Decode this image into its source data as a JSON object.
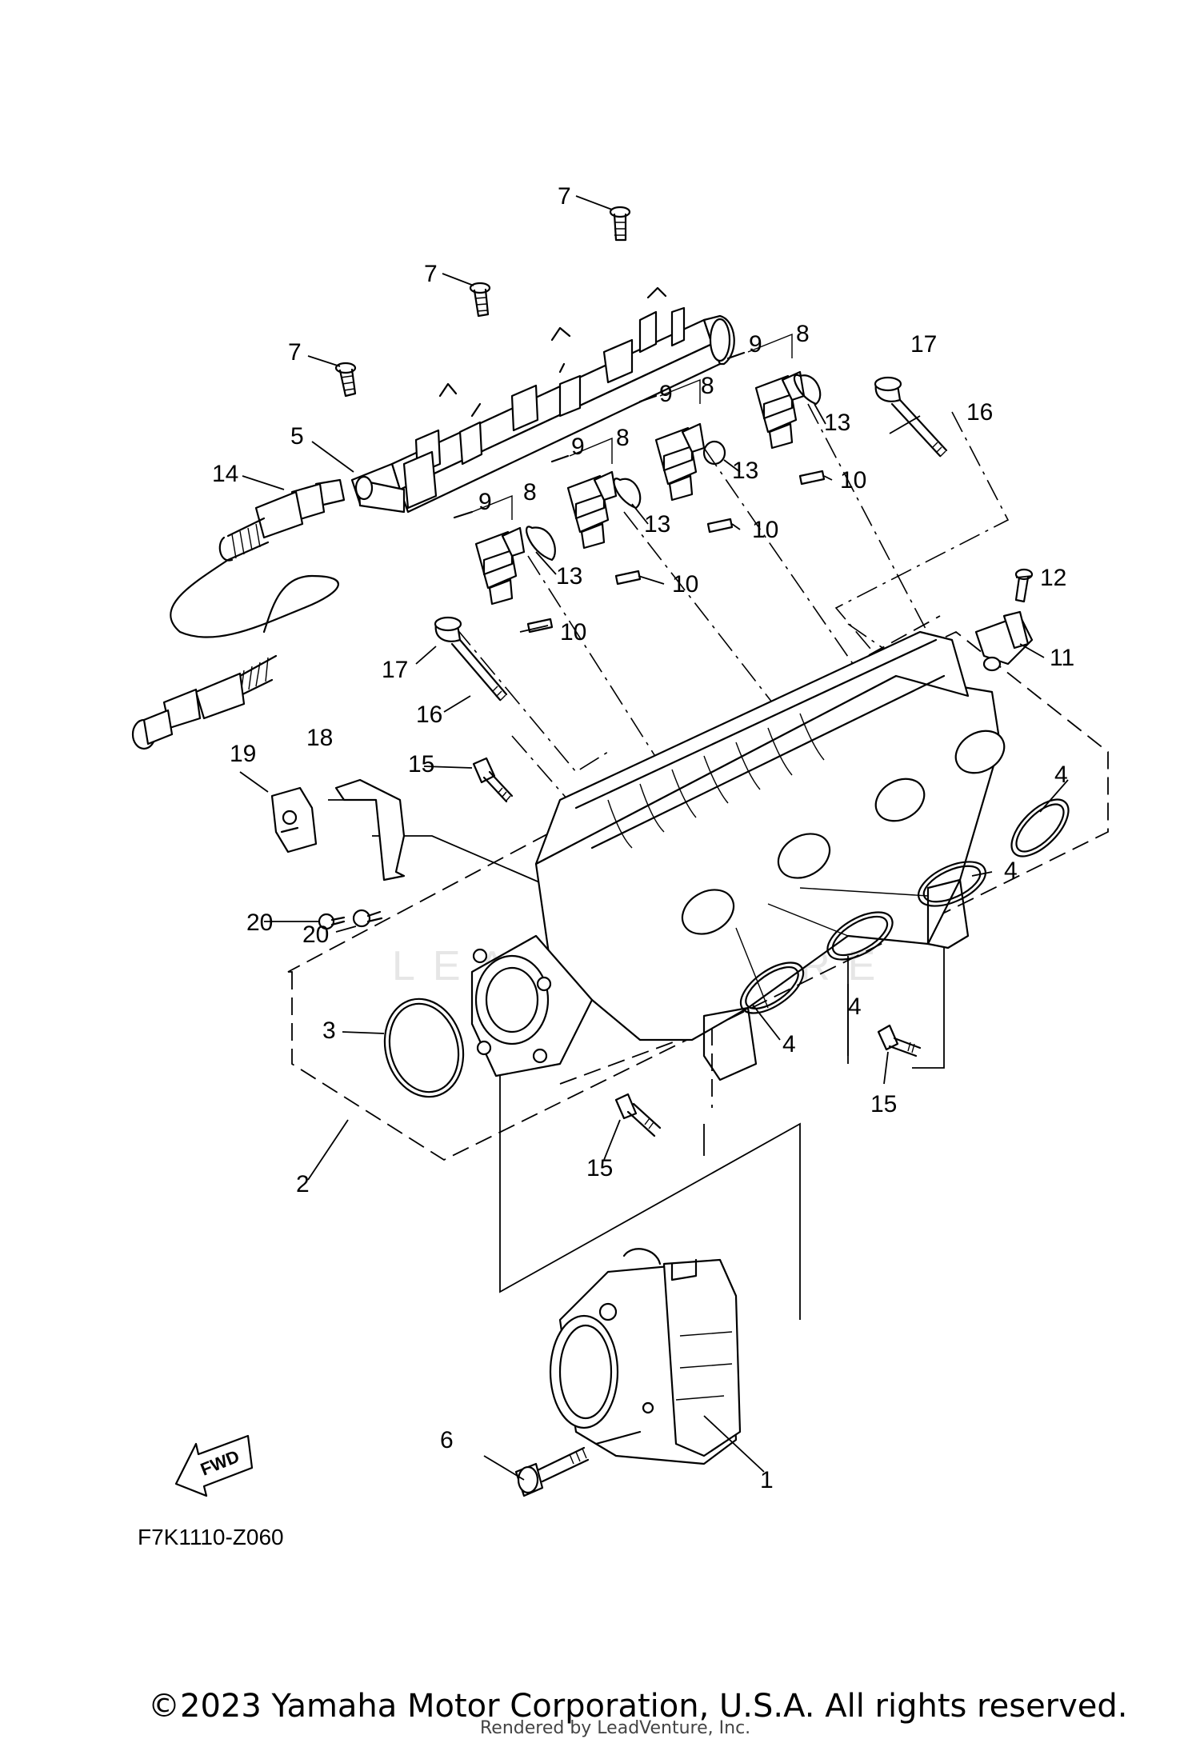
{
  "diagram": {
    "code": "F7K1110-Z060",
    "copyright": "©2023 Yamaha Motor Corporation, U.S.A. All rights reserved.",
    "rendered_by": "Rendered by LeadVenture, Inc.",
    "watermark": "LEADVENTURE",
    "fwd_label": "FWD",
    "callouts": {
      "c1": "1",
      "c2": "2",
      "c3": "3",
      "c4a": "4",
      "c4b": "4",
      "c4c": "4",
      "c4d": "4",
      "c5": "5",
      "c6": "6",
      "c7a": "7",
      "c7b": "7",
      "c7c": "7",
      "c8a": "8",
      "c8b": "8",
      "c8c": "8",
      "c8d": "8",
      "c9a": "9",
      "c9b": "9",
      "c9c": "9",
      "c9d": "9",
      "c10a": "10",
      "c10b": "10",
      "c10c": "10",
      "c10d": "10",
      "c11": "11",
      "c12": "12",
      "c13a": "13",
      "c13b": "13",
      "c13c": "13",
      "c13d": "13",
      "c14": "14",
      "c15a": "15",
      "c15b": "15",
      "c15c": "15",
      "c16a": "16",
      "c16b": "16",
      "c17a": "17",
      "c17b": "17",
      "c18": "18",
      "c19": "19",
      "c20a": "20",
      "c20b": "20"
    }
  }
}
